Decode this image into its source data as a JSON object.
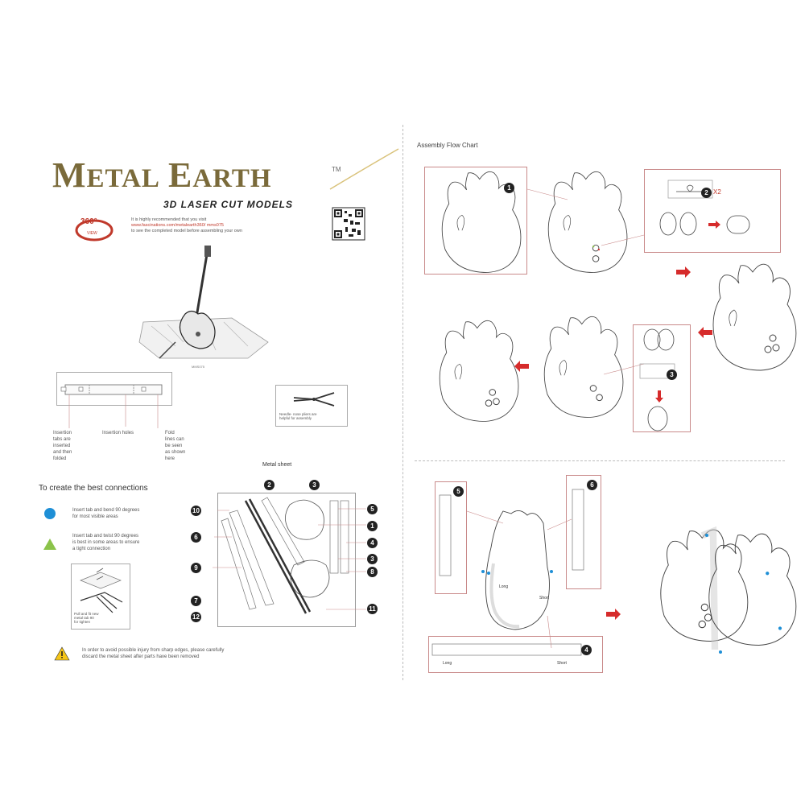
{
  "header": {
    "brand_first": "M",
    "brand_first_rest": "ETAL",
    "brand_second": "E",
    "brand_second_rest": "ARTH",
    "trademark": "TM",
    "subtitle": "3D LASER CUT MODELS",
    "badge": "360°",
    "badge_sub": "VIEW",
    "instruction_line1": "It is highly recommended that you visit",
    "instruction_line2": "www.fascinations.com/metalearth360/ mms075",
    "instruction_line3": "to see the completed model before assembling your own"
  },
  "left": {
    "model_caption": "MMS075",
    "insertion_labels": [
      "Insertion\ntabs are\ninserted\nand then\nfolded",
      "Insertion holes",
      "Fold\nlines can\nbe seen\nas shown\nhere"
    ],
    "tool_note": "Needle- nose pliers are\nhelpful for assembly",
    "connections_title": "To create the best connections",
    "blue_note": "Insert tab and bend 90 degrees\nfor most visible areas",
    "green_note": "Insert tab and twist 90 degrees\nis best in some areas to ensure\na tight connection",
    "pliers_note": "Pull and fit new\nmetal tab 90\nfor tighten",
    "warning": "In order to avoid possible injury from sharp edges, please carefully\ndiscard the metal sheet after parts have been removed",
    "sheet_title": "Metal sheet",
    "sheet_numbers": [
      "2",
      "3",
      "5",
      "1",
      "4",
      "3",
      "8",
      "10",
      "6",
      "9",
      "7",
      "12",
      "11"
    ]
  },
  "right": {
    "flow_title": "Assembly Flow Chart",
    "x2_label": "X2",
    "long_label": "Long",
    "short_label": "Short",
    "steps": [
      "1",
      "2",
      "3",
      "5",
      "6",
      "4"
    ]
  },
  "colors": {
    "red_arrow": "#d62b2b",
    "blue_dot": "#1e8fd6",
    "green_tri": "#8bc34a",
    "box_border": "#c98a8a",
    "brand": "#7a6a3a"
  }
}
